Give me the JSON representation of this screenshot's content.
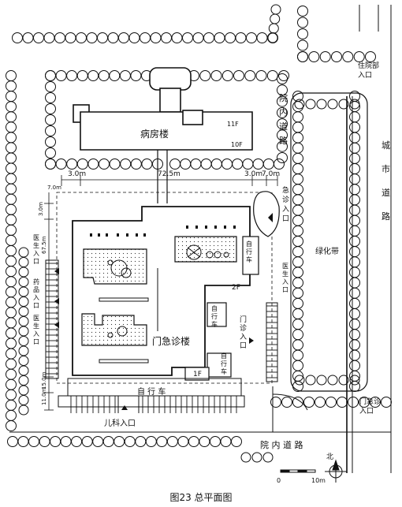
{
  "figure": {
    "caption": "图23  总平面图"
  },
  "buildings": {
    "ward": "病房楼",
    "clinic": "门急诊楼",
    "ward_floors_a": "11F",
    "ward_floors_b": "10F",
    "floor_2f": "2F",
    "floor_1f": "1F"
  },
  "dimensions": {
    "d1": "3.0m",
    "d2": "72.5m",
    "d3": "3.0m",
    "d4": "7.0m",
    "d5": "7.0m",
    "d6": "3.0m",
    "d7": "67.5m",
    "d8": "11.0m",
    "d9": "15.0m"
  },
  "labels": {
    "inpatient_entrance": [
      "住院部",
      "入口"
    ],
    "internal_road_v": [
      "院",
      "内",
      "道",
      "路"
    ],
    "city_road": [
      "城",
      "市",
      "道",
      "路"
    ],
    "emergency_entrance": [
      "急",
      "诊",
      "入",
      "口"
    ],
    "green_belt": "绿化带",
    "doctor_entrance_left_top": [
      "医",
      "生",
      "入",
      "口"
    ],
    "pharmacy_entrance": [
      "药",
      "品",
      "入",
      "口"
    ],
    "doctor_entrance_left_bottom": [
      "医",
      "生",
      "入",
      "口"
    ],
    "doctor_entrance_right": [
      "医",
      "生",
      "入",
      "口"
    ],
    "clinic_entrance": [
      "门",
      "诊",
      "入",
      "口"
    ],
    "bicycle_1": "自行车",
    "bicycle_2": "自行车",
    "bicycle_3": "自行车",
    "bicycle_bottom": "自  行  车",
    "pediatrics_entrance": "儿科入口",
    "internal_road_h": "院  内  道  路",
    "outpatient_entrance": [
      "门急诊",
      "入口"
    ],
    "north": "北",
    "scale_0": "0",
    "scale_10": "10m"
  },
  "colors": {
    "ink": "#111111",
    "paper": "#ffffff"
  }
}
